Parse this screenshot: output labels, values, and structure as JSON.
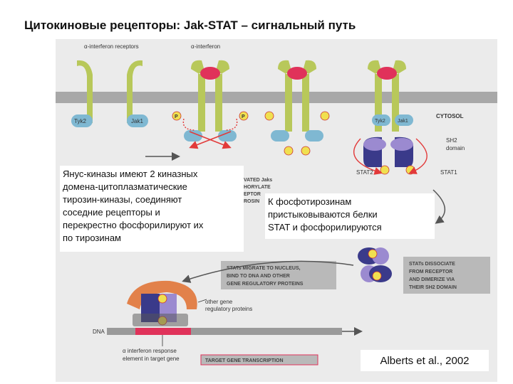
{
  "title": "Цитокиновые рецепторы: Jak-STAT – сигнальный путь",
  "diagram": {
    "labels": {
      "receptors": "α-interferon receptors",
      "interferon": "α-interferon",
      "cytosol": "CYTOSOL",
      "tyk2": "Tyk2",
      "jak1": "Jak1",
      "sh2": "SH2",
      "domain": "domain",
      "stat2": "STAT2",
      "stat1": "STAT1",
      "phospho": "P",
      "other_gene_1": "other gene",
      "other_gene_2": "regulatory proteins",
      "dna": "DNA",
      "response_1": "α interferon response",
      "response_2": "element in target gene",
      "partial_1": "VATED Jaks",
      "partial_2": "HORYLATE",
      "partial_3": "EPTOR",
      "partial_4": "ROSIN"
    },
    "boxes": {
      "migrate": [
        "STATs MIGRATE TO NUCLEUS,",
        "BIND TO DNA AND OTHER",
        "GENE REGULATORY PROTEINS"
      ],
      "dissociate": [
        "STATs DISSOCIATE",
        "FROM RECEPTOR",
        "AND DIMERIZE VIA",
        "THEIR SH2 DOMAIN"
      ],
      "transcription": "TARGET GENE TRANSCRIPTION"
    },
    "colors": {
      "membrane": "#a8a8a8",
      "receptor": "#b8c85a",
      "interferon": "#e0325a",
      "kinase": "#7fb8d2",
      "phospho": "#f0e050",
      "stat_dark": "#3a3a8a",
      "stat_light": "#9b8ad0",
      "partner": "#e2814a",
      "arrow": "#e23a3a",
      "box": "#b9b9b9",
      "target_box": "#e0325a"
    }
  },
  "callouts": {
    "janus": "Янус-киназы имеют 2 киназных\nдомена-цитоплазматические\nтирозин-киназы, соединяют\nсоседние рецепторы и\nперекрестно фосфорилируют их\nпо тирозинам",
    "stat": "К фосфотирозинам\nпристыковываются белки\nSTAT  и фосфорилируются"
  },
  "credit": "Alberts et al., 2002"
}
